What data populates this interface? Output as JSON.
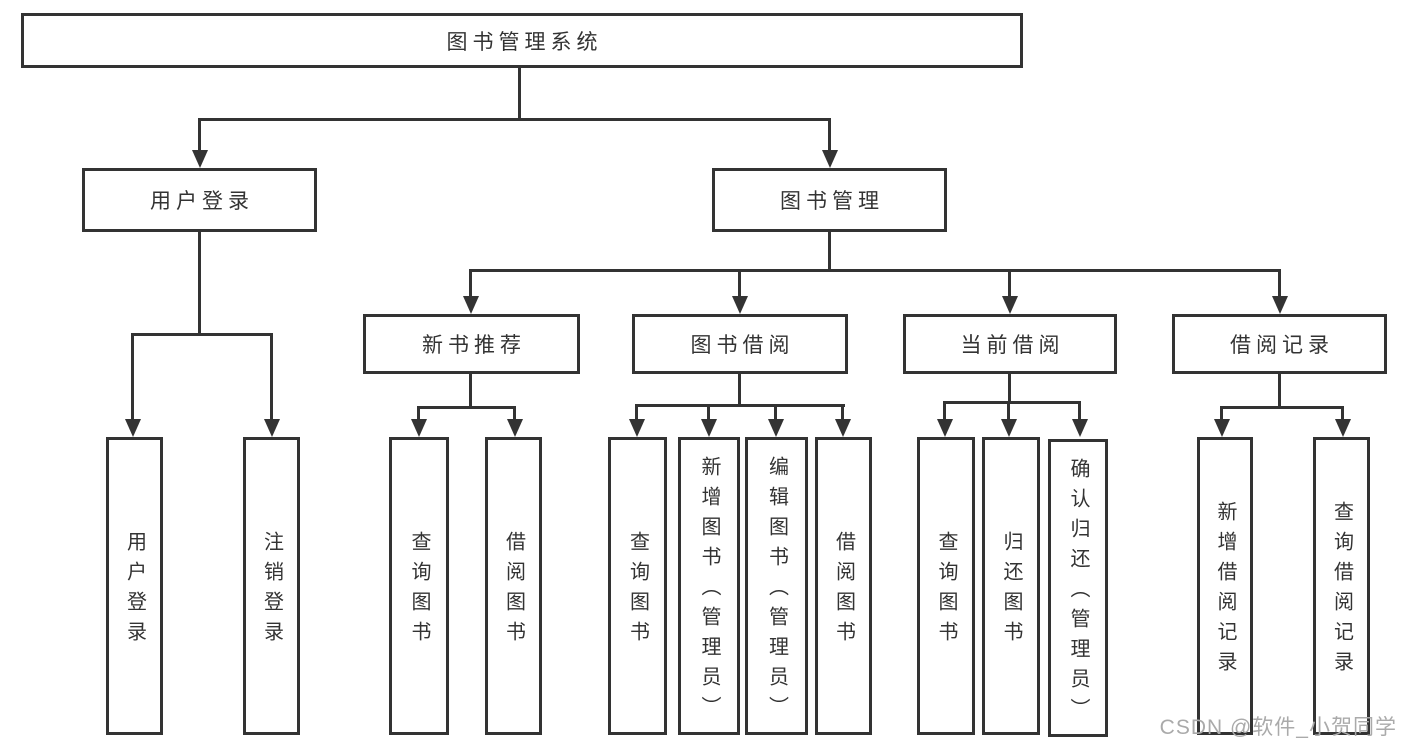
{
  "nodes": {
    "root": "图书管理系统",
    "user_login": "用户登录",
    "book_mgmt": "图书管理",
    "new_books": "新书推荐",
    "book_borrow": "图书借阅",
    "current_borrow": "当前借阅",
    "borrow_records": "借阅记录",
    "leaf_user_login": "用户登录",
    "leaf_logout": "注销登录",
    "leaf_nb_query": "查询图书",
    "leaf_nb_borrow": "借阅图书",
    "leaf_bb_query": "查询图书",
    "leaf_bb_add": "新增图书（管理员）",
    "leaf_bb_edit": "编辑图书（管理员）",
    "leaf_bb_borrow": "借阅图书",
    "leaf_cb_query": "查询图书",
    "leaf_cb_return": "归还图书",
    "leaf_cb_confirm": "确认归还（管理员）",
    "leaf_br_add": "新增借阅记录",
    "leaf_br_query": "查询借阅记录"
  },
  "watermark": "CSDN @软件_小贺同学",
  "colors": {
    "line": "#333333",
    "text": "#333333",
    "background": "#ffffff",
    "watermark": "#aaaaaa"
  }
}
